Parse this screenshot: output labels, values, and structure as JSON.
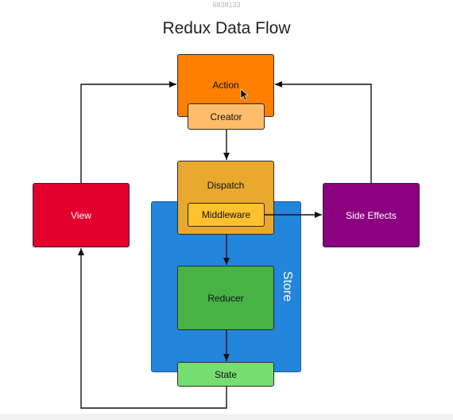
{
  "header": {
    "image_id": "6838133",
    "title": "Redux Data Flow"
  },
  "diagram": {
    "nodes": {
      "action": {
        "label": "Action",
        "color": "#ff7f00"
      },
      "creator": {
        "label": "Creator",
        "color": "#ffbd6b"
      },
      "dispatch": {
        "label": "Dispatch",
        "color": "#e9a82e"
      },
      "middleware": {
        "label": "Middleware",
        "color": "#ffc12e"
      },
      "view": {
        "label": "View",
        "color": "#e3002d"
      },
      "side_effects": {
        "label": "Side Effects",
        "color": "#8b007f"
      },
      "store": {
        "label": "Store",
        "color": "#2385dc"
      },
      "reducer": {
        "label": "Reducer",
        "color": "#46b444"
      },
      "state": {
        "label": "State",
        "color": "#76dd73"
      }
    },
    "edges": [
      {
        "from": "creator",
        "to": "dispatch"
      },
      {
        "from": "dispatch",
        "to": "reducer"
      },
      {
        "from": "reducer",
        "to": "state"
      },
      {
        "from": "middleware",
        "to": "side_effects"
      },
      {
        "from": "side_effects",
        "to": "action"
      },
      {
        "from": "view",
        "to": "action"
      },
      {
        "from": "state",
        "to": "view"
      }
    ]
  }
}
